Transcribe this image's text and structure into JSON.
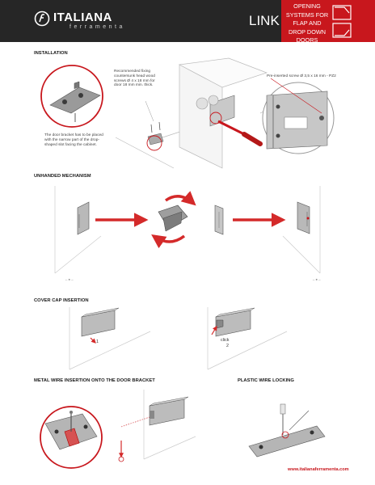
{
  "header": {
    "brand": "ITALIANA",
    "brand_sub": "ferramenta",
    "product": "LINK",
    "side_text": [
      "OPENING",
      "SYSTEMS FOR",
      "FLAP AND",
      "DROP DOWN",
      "DOORS"
    ]
  },
  "sections": {
    "installation": "INSTALLATION",
    "unhanded": "UNHANDED MECHANISM",
    "cover_cap": "COVER CAP INSERTION",
    "metal_wire": "METAL WIRE INSERTION ONTO THE DOOR BRACKET",
    "plastic_wire": "PLASTIC WIRE LOCKING"
  },
  "notes": {
    "fixing_screws": [
      "Recommended fixing",
      "countersunk head wood",
      "screws Ø 4 x 18 mm for",
      "door 18 mm min. thick."
    ],
    "door_bracket": [
      "The door bracket has to be placed",
      "with the narrow part of the drop-",
      "shaped slot facing the cabinet."
    ],
    "pre_inserted": "Pre-inserted screw Ø 3,5 x 16 mm - PZ2",
    "link_setting": [
      "Link setting",
      "code"
    ],
    "click": "click",
    "step_1": "1",
    "step_2": "2"
  },
  "footer": {
    "url": "www.italianaferramenta.com"
  },
  "colors": {
    "header_bg": "#262626",
    "accent_red": "#c8171d"
  }
}
